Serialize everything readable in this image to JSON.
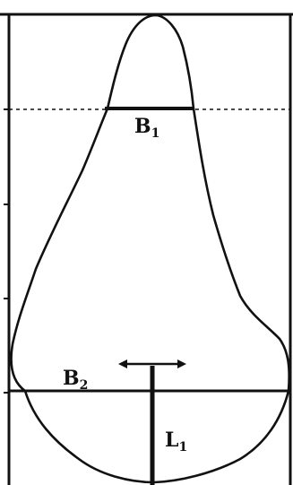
{
  "labels": {
    "b1": {
      "main": "B",
      "sub": "1"
    },
    "b2": {
      "main": "B",
      "sub": "2"
    },
    "l1": {
      "main": "L",
      "sub": "1"
    }
  },
  "colors": {
    "ink": "#111111",
    "background": "#ffffff"
  }
}
